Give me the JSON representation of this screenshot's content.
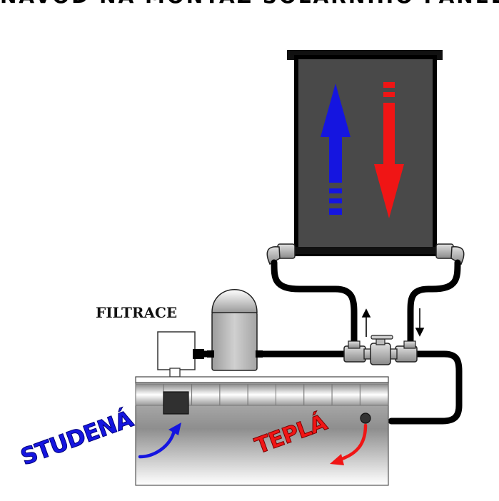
{
  "title": "NÁVOD NA MONTÁŽ SOLÁRNÍHO PANELU",
  "labels": {
    "filtration": "FILTRACE",
    "cold": "STUDENÁ",
    "warm": "TEPLÁ"
  },
  "colors": {
    "cold": "#1515e0",
    "warm": "#f01515",
    "panel": "#4a4a4a",
    "pipe": "#000000"
  },
  "icons": [
    "up-arrow-icon",
    "down-arrow-icon",
    "curved-arrow-icon"
  ]
}
